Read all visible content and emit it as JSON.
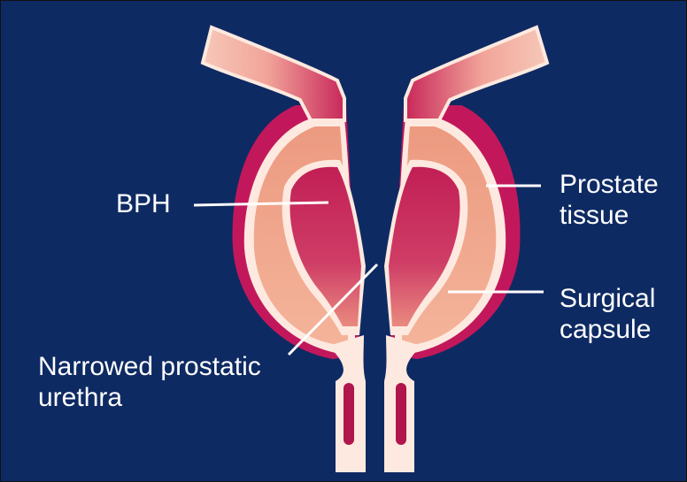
{
  "labels": {
    "bph": "BPH",
    "prostate_line1": "Prostate",
    "prostate_line2": "tissue",
    "capsule_line1": "Surgical",
    "capsule_line2": "capsule",
    "urethra_line1": "Narrowed prostatic",
    "urethra_line2": "urethra"
  },
  "colors": {
    "background": "#0e2a63",
    "outer_prostate": "#c2185b",
    "capsule_outline": "#fde9df",
    "prostate_tissue": "#f0a487",
    "bph_tissue": "#c42a5c",
    "bladder_neck": "#c8285a",
    "urethra_lining": "#fde9df",
    "label_text": "#ffffff"
  }
}
